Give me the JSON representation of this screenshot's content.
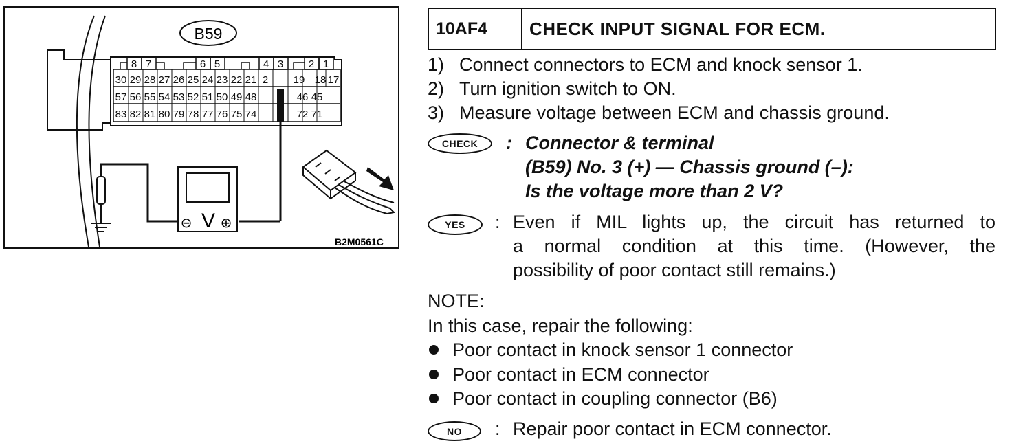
{
  "figure": {
    "connector_label": "B59",
    "top_pins": [
      "8",
      "7",
      "6",
      "5",
      "4",
      "3",
      "2",
      "1"
    ],
    "row1": [
      "30",
      "29",
      "28",
      "27",
      "26",
      "25",
      "24",
      "23",
      "22",
      "21",
      "2",
      "19",
      "18",
      "17"
    ],
    "row2": [
      "57",
      "56",
      "55",
      "54",
      "53",
      "52",
      "51",
      "50",
      "49",
      "48",
      "46",
      "45"
    ],
    "row3": [
      "83",
      "82",
      "81",
      "80",
      "79",
      "78",
      "77",
      "76",
      "75",
      "74",
      "72",
      "71"
    ],
    "meter_symbol": "V",
    "meter_minus": "⊖",
    "meter_plus": "⊕",
    "figure_code": "B2M0561C"
  },
  "step": {
    "code": "10AF4",
    "title": "CHECK INPUT SIGNAL FOR ECM."
  },
  "instructions": [
    {
      "num": "1)",
      "text": "Connect connectors to ECM and knock sensor 1."
    },
    {
      "num": "2)",
      "text": "Turn ignition switch to ON."
    },
    {
      "num": "3)",
      "text": "Measure voltage between ECM and chassis ground."
    }
  ],
  "check": {
    "badge": "CHECK",
    "colon": ":",
    "line1": "Connector & terminal",
    "line2": "(B59) No. 3 (+) — Chassis ground (–):",
    "line3": "Is the voltage more than 2 V?"
  },
  "yes": {
    "badge": "YES",
    "colon": ":",
    "line1": "Even if MIL lights up, the circuit has returned to",
    "line2": "a normal condition at this time. (However, the",
    "line3": "possibility of poor contact still remains.)"
  },
  "note": {
    "label": "NOTE:",
    "intro": "In this case, repair the following:",
    "items": [
      "Poor contact in knock sensor 1 connector",
      "Poor contact in ECM connector",
      "Poor contact in coupling connector (B6)"
    ]
  },
  "no": {
    "badge": "NO",
    "colon": ":",
    "text": "Repair poor contact in ECM connector."
  }
}
